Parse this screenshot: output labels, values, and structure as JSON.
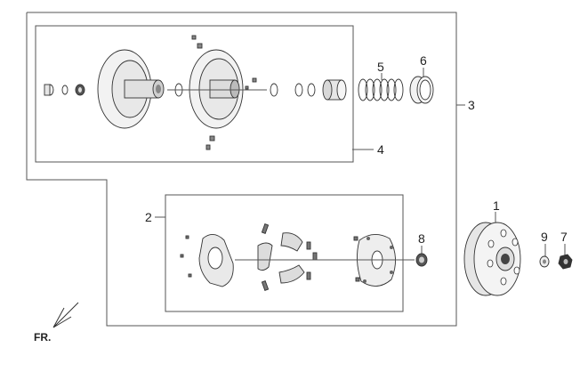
{
  "callouts": {
    "c1": "1",
    "c2": "2",
    "c3": "3",
    "c4": "4",
    "c5": "5",
    "c6": "6",
    "c7": "7",
    "c8": "8",
    "c9": "9"
  },
  "orientation_label": "FR.",
  "colors": {
    "line": "#555555",
    "part_fill": "#f2f2f2",
    "part_dark": "#333333",
    "text": "#222222"
  }
}
